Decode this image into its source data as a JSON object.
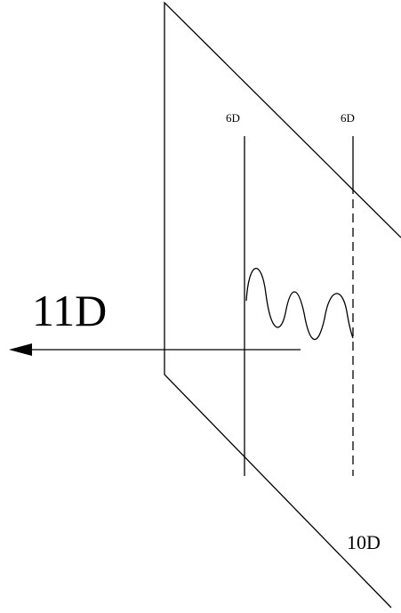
{
  "labels": {
    "dimension_11": "11D",
    "dimension_10": "10D",
    "dimension_6_left": "6D",
    "dimension_6_right": "6D"
  }
}
